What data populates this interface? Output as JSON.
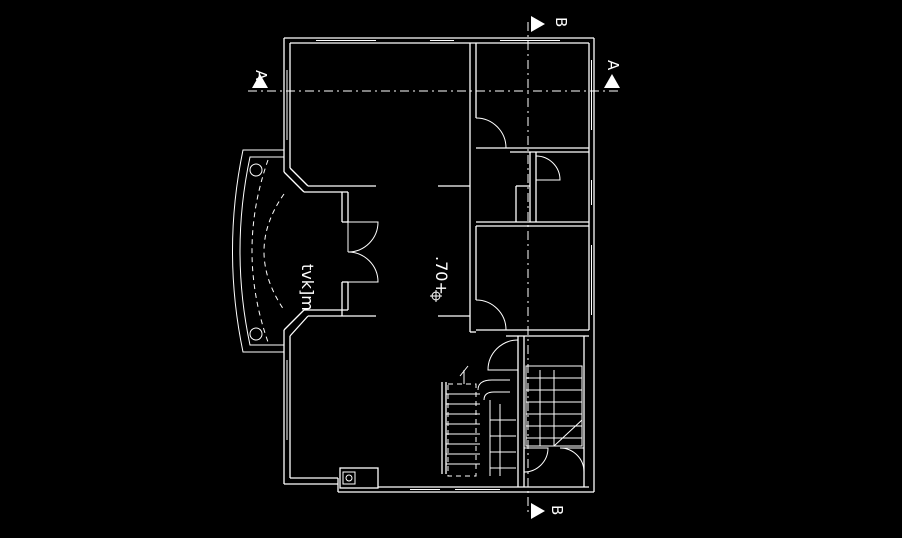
{
  "section_marks": {
    "a_left": "A",
    "a_right": "A",
    "b_top": "B",
    "b_bottom": "B"
  },
  "room_label": "tvk]m",
  "level_label": ".70+"
}
